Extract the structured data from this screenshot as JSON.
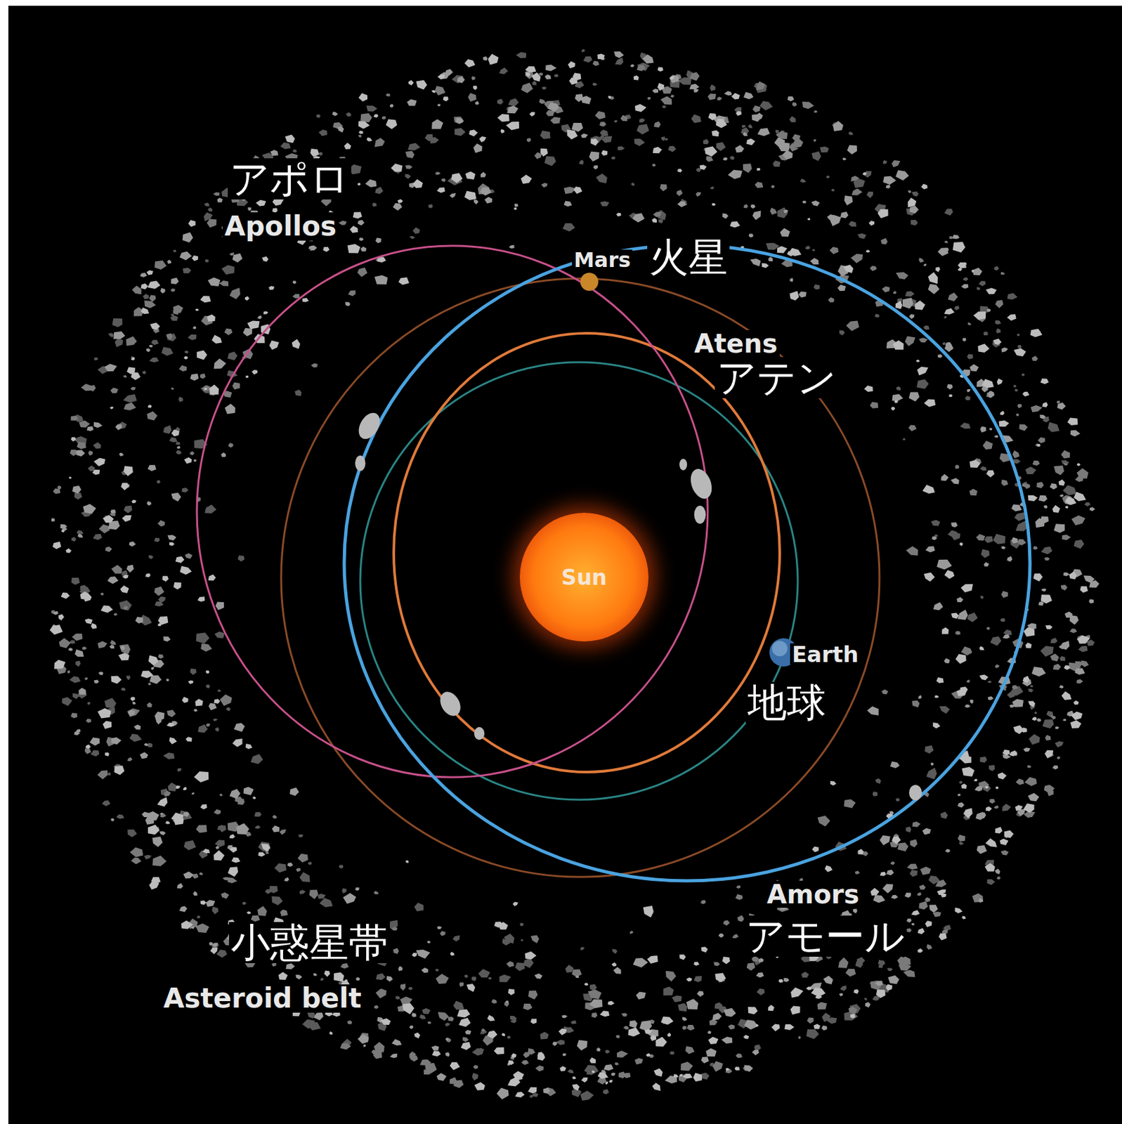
{
  "diagram": {
    "nodes": [
      {
        "text": [
          "Sun"
        ]
      }
    ],
    "labels": [
      "アポロ",
      "Apollos",
      "Mars",
      "火星",
      "Atens",
      "アテン",
      "Earth",
      "地球",
      "Amors",
      "アモール",
      "小惑星帯",
      "Asteroid belt"
    ]
  }
}
